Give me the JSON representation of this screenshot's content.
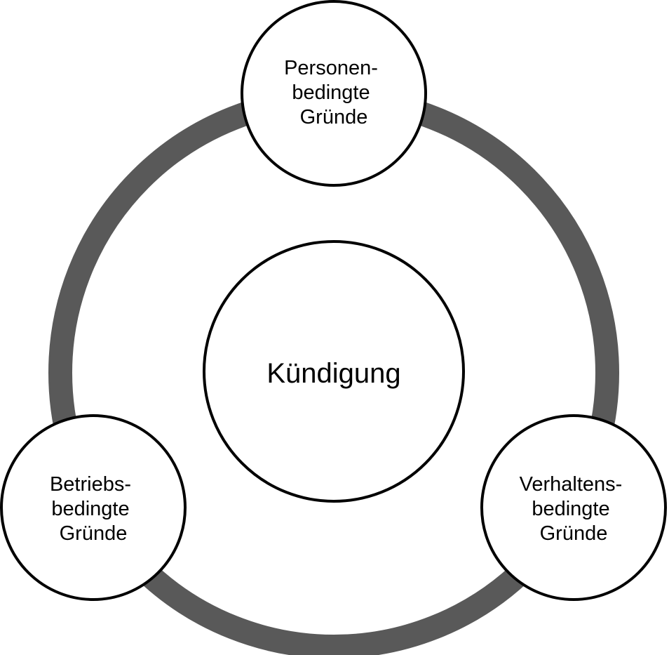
{
  "diagram": {
    "colors": {
      "ring": "#595959",
      "node_fill": "#ffffff",
      "node_stroke": "#000000",
      "text": "#000000"
    },
    "center": {
      "label": "Kündigung"
    },
    "nodes": {
      "top": {
        "lines": [
          "Personen-",
          "bedingte",
          "Gründe"
        ]
      },
      "left": {
        "lines": [
          "Betriebs-",
          "bedingte",
          "Gründe"
        ]
      },
      "right": {
        "lines": [
          "Verhaltens-",
          "bedingte",
          "Gründe"
        ]
      }
    }
  }
}
